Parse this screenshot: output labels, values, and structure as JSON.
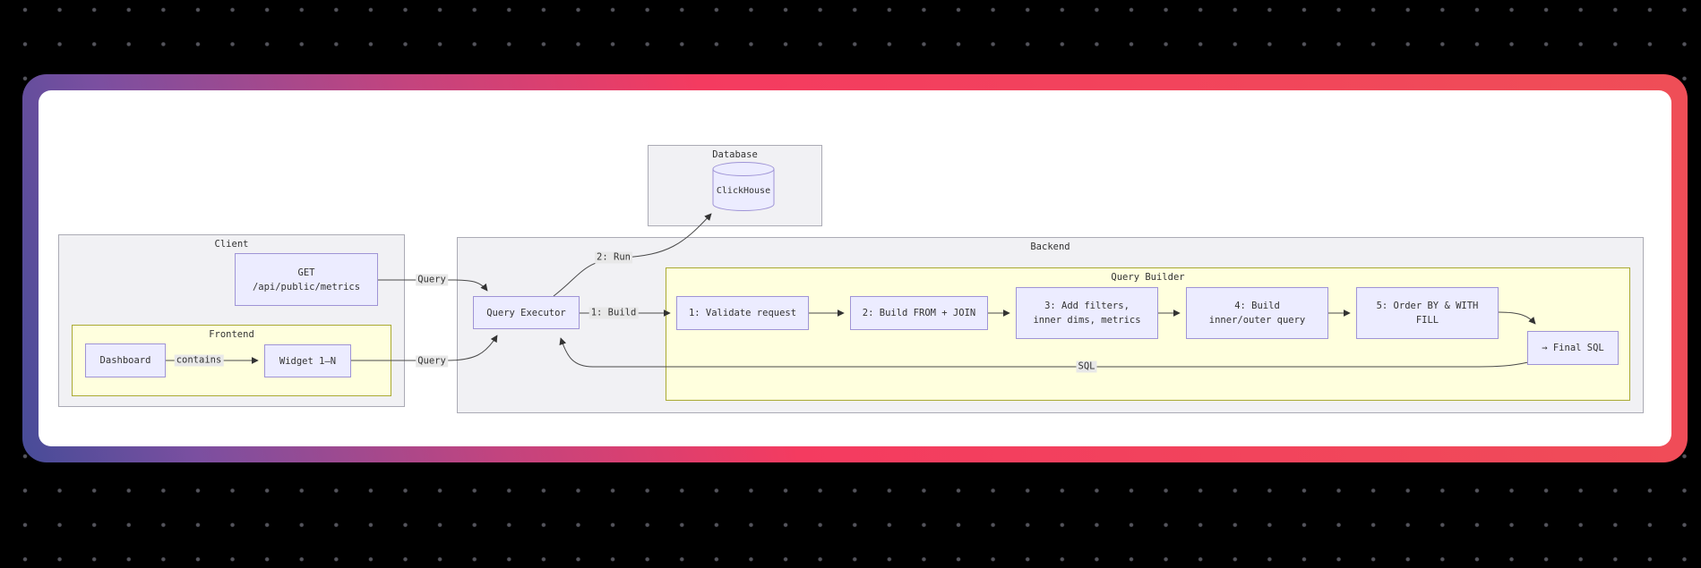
{
  "diagram": {
    "clusters": {
      "client": {
        "label": "Client"
      },
      "frontend": {
        "label": "Frontend"
      },
      "database": {
        "label": "Database"
      },
      "backend": {
        "label": "Backend"
      },
      "query_builder": {
        "label": "Query Builder"
      }
    },
    "nodes": {
      "get_api": {
        "line1": "GET",
        "line2": "/api/public/metrics"
      },
      "dashboard": {
        "label": "Dashboard"
      },
      "widget": {
        "label": "Widget 1–N"
      },
      "clickhouse": {
        "label": "ClickHouse"
      },
      "query_executor": {
        "label": "Query Executor"
      },
      "validate": {
        "label": "1: Validate request"
      },
      "build_from": {
        "label": "2: Build FROM + JOIN"
      },
      "add_filters": {
        "line1": "3: Add filters,",
        "line2": "inner dims, metrics"
      },
      "build_inner": {
        "line1": "4: Build",
        "line2": "inner/outer query"
      },
      "order_by": {
        "line1": "5: Order BY & WITH",
        "line2": "FILL"
      },
      "final_sql": {
        "label": "→ Final SQL"
      }
    },
    "edge_labels": {
      "contains": "contains",
      "query_get": "Query",
      "query_widget": "Query",
      "run": "2: Run",
      "build": "1: Build",
      "sql": "SQL"
    },
    "colors": {
      "canvas_bg": "#000000",
      "dot_grid": "#54545c",
      "card_gradient_start": "#474c98",
      "card_gradient_purple": "#7b4fa0",
      "card_gradient_end": "#f43f5e",
      "card_surface": "#ffffff",
      "node_fill": "#ececff",
      "node_border": "#9370db",
      "cluster_fill": "#f1f1f4",
      "cluster_border": "#ababb5",
      "inner_cluster_fill": "#ffffde",
      "inner_cluster_border": "#aaaa33",
      "edge_stroke": "#4a4a4a",
      "edge_label_bg": "#e8e8e8"
    }
  }
}
